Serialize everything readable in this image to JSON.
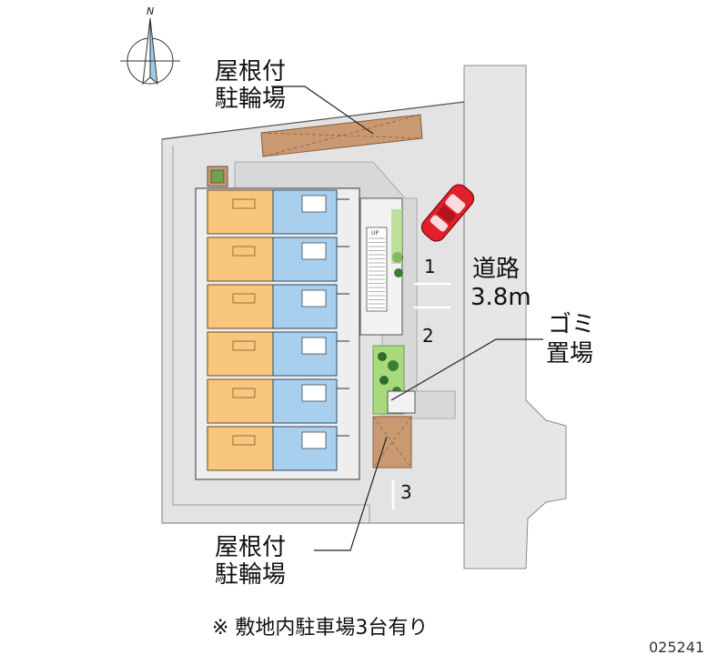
{
  "compass": {
    "north_letter": "N",
    "icon": "compass-north-arrow-icon"
  },
  "labels": {
    "roof_bike_parking_top": [
      "屋根付",
      "駐輪場"
    ],
    "roof_bike_parking_bottom": [
      "屋根付",
      "駐輪場"
    ],
    "road": [
      "道路",
      "3.8m"
    ],
    "garbage": [
      "ゴミ",
      "置場"
    ]
  },
  "parking_spaces": [
    "1",
    "2",
    "3"
  ],
  "note": "※ 敷地内駐車場3台有り",
  "property_id": "025241",
  "colors": {
    "site": "#e3e3e3",
    "road": "#e6e6e6",
    "unit_orange": "#f8c77d",
    "unit_blue": "#a9cfee",
    "roof": "#c99972",
    "green": "#a8d97c",
    "car": "#e0202a"
  }
}
